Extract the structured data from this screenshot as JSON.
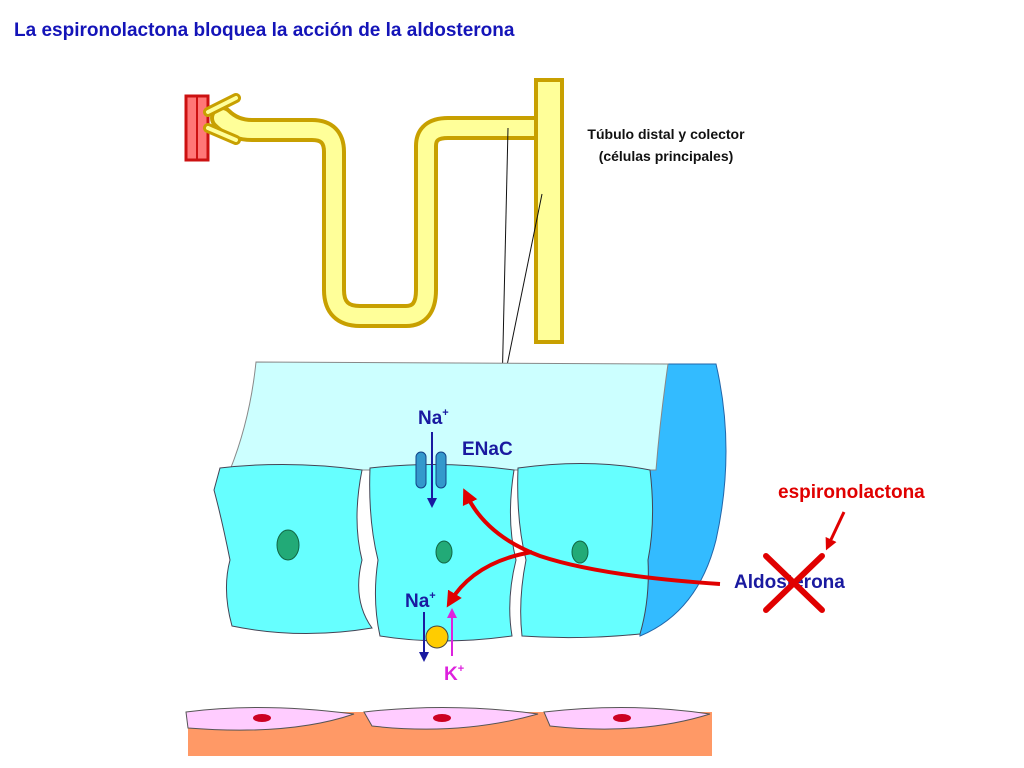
{
  "title": "La espironolactona bloquea la acción de la aldosterona",
  "labels": {
    "tubule_line1": "Túbulo distal y colector",
    "tubule_line2": "(células principales)",
    "na_top": "Na",
    "na_top_charge": "+",
    "enac": "ENaC",
    "na_bottom": "Na",
    "na_bottom_charge": "+",
    "k": "K",
    "k_charge": "+",
    "spironolactone": "espironolactona",
    "aldosterone": "Aldosterona"
  },
  "colors": {
    "title": "#1414b8",
    "tubule": "#ffff99",
    "tubule_border": "#c8a000",
    "lumen": "#ccffff",
    "cell": "#66ffff",
    "nucleus": "#22aa77",
    "wall": "#33bbff",
    "channel": "#3399cc",
    "pump": "#ffcc00",
    "action_arrow": "#e00000",
    "sodium": "#1a1aa0",
    "potassium": "#dd22dd",
    "block_cross": "#e00000",
    "tissue": "#ff9966",
    "endothelial": "#ffccff",
    "endothelial_nucleus": "#cc0022"
  }
}
